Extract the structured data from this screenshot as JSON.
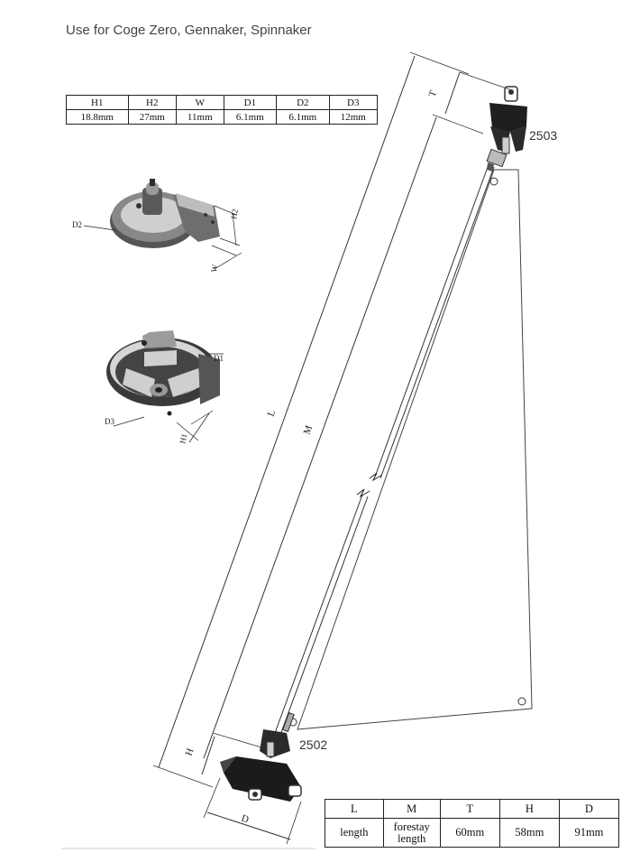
{
  "title": "Use for Coge Zero, Gennaker, Spinnaker",
  "top_table": {
    "headers": [
      "H1",
      "H2",
      "W",
      "D1",
      "D2",
      "D3"
    ],
    "values": [
      "18.8mm",
      "27mm",
      "11mm",
      "6.1mm",
      "6.1mm",
      "12mm"
    ]
  },
  "bottom_table": {
    "headers": [
      "L",
      "M",
      "T",
      "H",
      "D"
    ],
    "values": [
      "length",
      "forestay length",
      "60mm",
      "58mm",
      "91mm"
    ]
  },
  "parts": {
    "top": "2503",
    "bottom": "2502"
  },
  "detail_labels": {
    "d2": "D2",
    "h2": "H2",
    "w": "W",
    "d1": "D1",
    "d3": "D3",
    "h1": "H1"
  },
  "dimension_labels": {
    "l": "L",
    "m": "M",
    "t": "T",
    "h": "H",
    "d": "D"
  }
}
